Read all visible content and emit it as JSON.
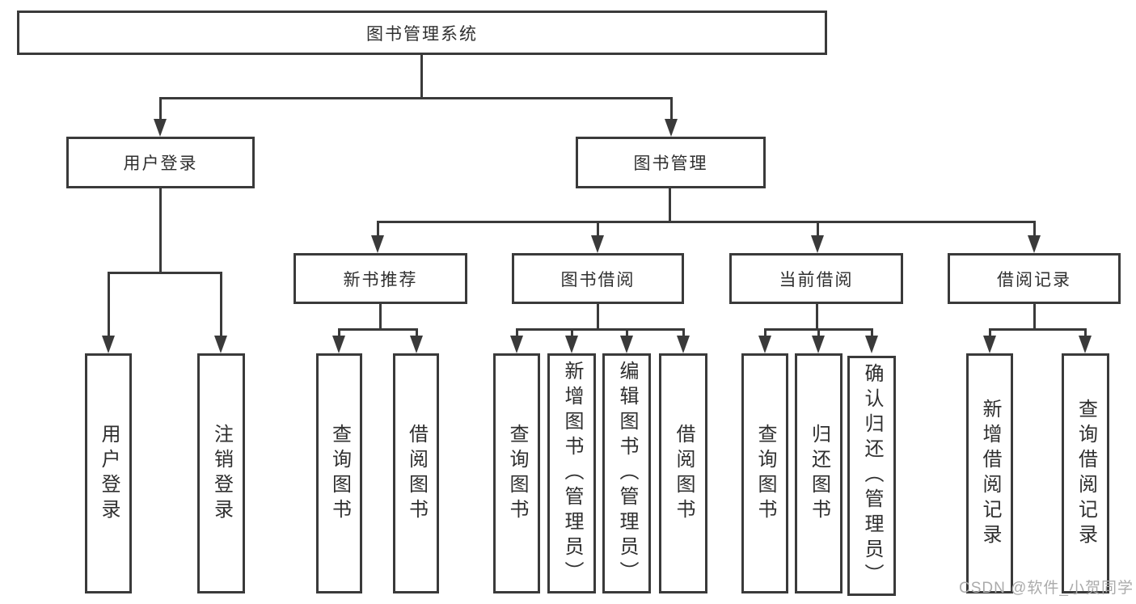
{
  "diagram": {
    "root": {
      "label": "图书管理系统"
    },
    "level2": [
      {
        "label": "用户登录",
        "children": [
          {
            "label": "用户登录"
          },
          {
            "label": "注销登录"
          }
        ]
      },
      {
        "label": "图书管理",
        "children": [
          {
            "label": "新书推荐",
            "children": [
              {
                "label": "查询图书"
              },
              {
                "label": "借阅图书"
              }
            ]
          },
          {
            "label": "图书借阅",
            "children": [
              {
                "label": "查询图书"
              },
              {
                "label": "新增图书（管理员）"
              },
              {
                "label": "编辑图书（管理员）"
              },
              {
                "label": "借阅图书"
              }
            ]
          },
          {
            "label": "当前借阅",
            "children": [
              {
                "label": "查询图书"
              },
              {
                "label": "归还图书"
              },
              {
                "label": "确认归还（管理员）"
              }
            ]
          },
          {
            "label": "借阅记录",
            "children": [
              {
                "label": "新增借阅记录"
              },
              {
                "label": "查询借阅记录"
              }
            ]
          }
        ]
      }
    ]
  },
  "watermark": "CSDN @软件_小贺同学",
  "colors": {
    "line": "#3a3a3a",
    "background": "#ffffff",
    "box_background": "#ffffff",
    "text": "#2f2f2f",
    "watermark": "#ababab"
  }
}
